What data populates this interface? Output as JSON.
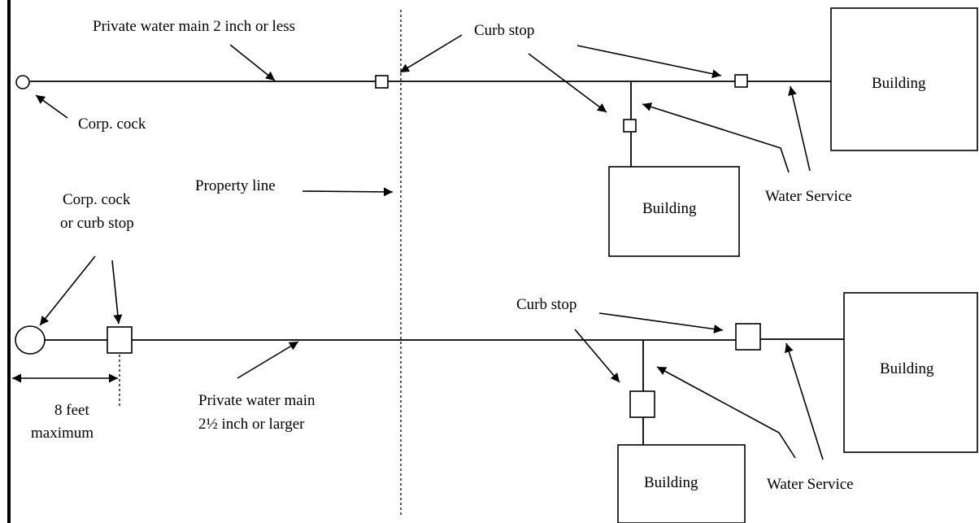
{
  "labels": {
    "top_main": "Private water main 2 inch or less",
    "curb_stop_top": "Curb stop",
    "corp_cock": "Corp. cock",
    "property_line": "Property line",
    "water_service_top": "Water Service",
    "building_top_right": "Building",
    "building_top_mid": "Building",
    "corp_cock_or_curb_line1": "Corp. cock",
    "corp_cock_or_curb_line2": "or curb stop",
    "curb_stop_bottom": "Curb stop",
    "distance_line1": "8 feet",
    "distance_line2": "maximum",
    "bottom_main_line1": "Private water main",
    "bottom_main_line2": "2½ inch or larger",
    "building_bottom_right": "Building",
    "building_bottom_mid": "Building",
    "water_service_bottom": "Water Service"
  }
}
